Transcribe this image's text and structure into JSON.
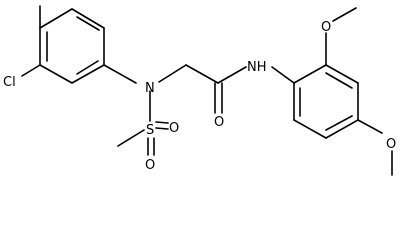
{
  "atom_labels": {
    "chlorine": "Cl",
    "sulfonamide_nitrogen": "N",
    "sulfur": "S",
    "sulfonyl_oxygen_left": "O",
    "sulfonyl_oxygen_bottom": "O",
    "carbonyl_oxygen": "O",
    "amide_nitrogen": "NH",
    "methoxy_oxygen_top": "O",
    "methoxy_oxygen_right": "O"
  },
  "colors": {
    "bond": "#000000",
    "text": "#000000",
    "background": "#ffffff"
  }
}
